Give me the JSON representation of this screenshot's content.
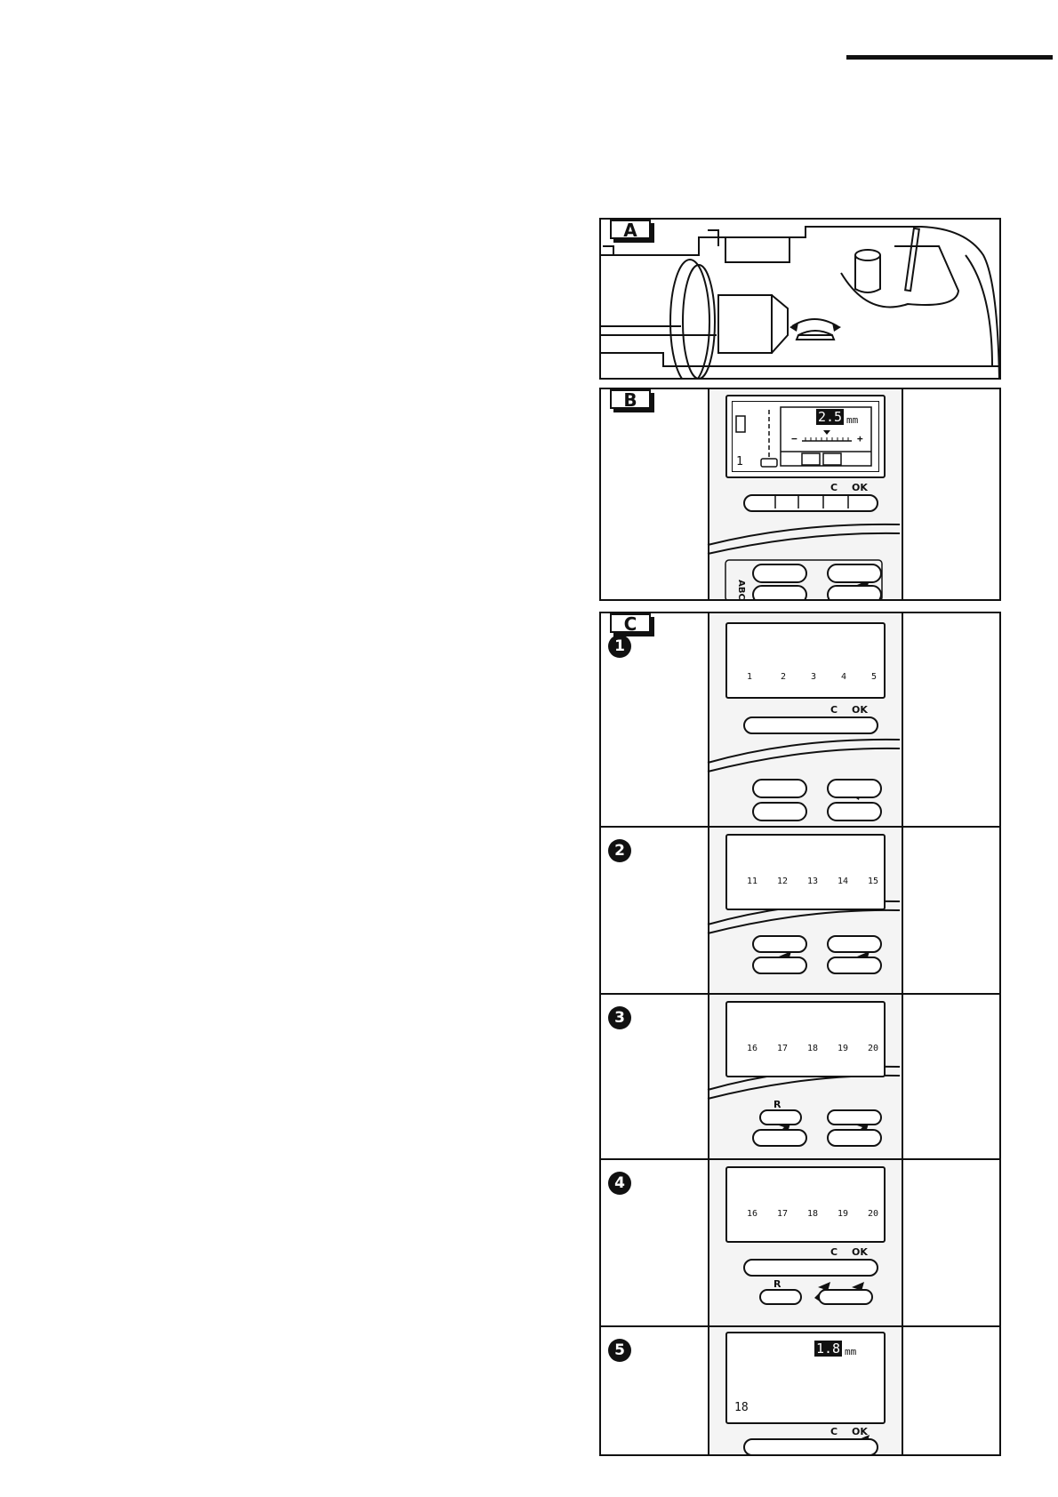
{
  "panels": {
    "a": {
      "label": "A"
    },
    "b": {
      "label": "B",
      "value": "2.5",
      "unit": "mm",
      "stitch_number": "1",
      "minus": "−",
      "plus": "+"
    },
    "c": {
      "label": "C"
    }
  },
  "keys": {
    "c": "C",
    "ok": "OK",
    "r": "R",
    "abc": "ABC"
  },
  "steps": [
    {
      "num": "1",
      "stitches": [
        "1",
        "2",
        "3",
        "4",
        "5"
      ]
    },
    {
      "num": "2",
      "stitches": [
        "11",
        "12",
        "13",
        "14",
        "15"
      ]
    },
    {
      "num": "3",
      "stitches": [
        "16",
        "17",
        "18",
        "19",
        "20"
      ]
    },
    {
      "num": "4",
      "stitches": [
        "16",
        "17",
        "18",
        "19",
        "20"
      ]
    },
    {
      "num": "5",
      "value": "1.8",
      "unit": "mm",
      "stitch_number": "18"
    }
  ]
}
